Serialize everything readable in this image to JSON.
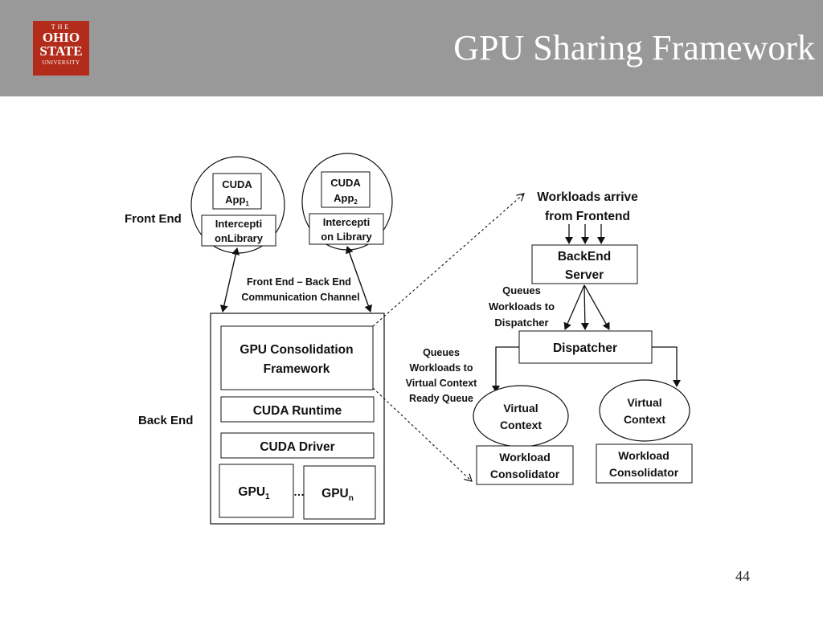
{
  "slide": {
    "title": "GPU Sharing Framework",
    "page_number": "44",
    "logo": {
      "line1": "THE",
      "line2": "OHIO",
      "line3": "STATE",
      "line4": "UNIVERSITY"
    }
  },
  "diagram": {
    "front_end_label": "Front End",
    "back_end_label": "Back End",
    "cuda_app1": {
      "name": "CUDA",
      "app": "App",
      "sub": "1"
    },
    "cuda_app2": {
      "name": "CUDA",
      "app": "App",
      "sub": "2"
    },
    "interception1": [
      "Intercepti",
      "onLibrary"
    ],
    "interception2": [
      "Intercepti",
      "on Library"
    ],
    "channel_label": [
      "Front End – Back End",
      "Communication Channel"
    ],
    "gpu_consolidation": [
      "GPU Consolidation",
      "Framework"
    ],
    "cuda_runtime": "CUDA Runtime",
    "cuda_driver": "CUDA Driver",
    "gpu1": {
      "name": "GPU",
      "sub": "1"
    },
    "gpun": {
      "name": "GPU",
      "sub": "n"
    },
    "ellipsis": "…",
    "workloads_arrive": [
      "Workloads arrive",
      "from Frontend"
    ],
    "backend_server": [
      "BackEnd",
      "Server"
    ],
    "queues_dispatcher": [
      "Queues",
      "Workloads to",
      "Dispatcher"
    ],
    "dispatcher": "Dispatcher",
    "queues_virtual": [
      "Queues",
      "Workloads to",
      "Virtual Context",
      "Ready Queue"
    ],
    "virtual_context": [
      "Virtual",
      "Context"
    ],
    "workload_consolidator": [
      "Workload",
      "Consolidator"
    ]
  }
}
